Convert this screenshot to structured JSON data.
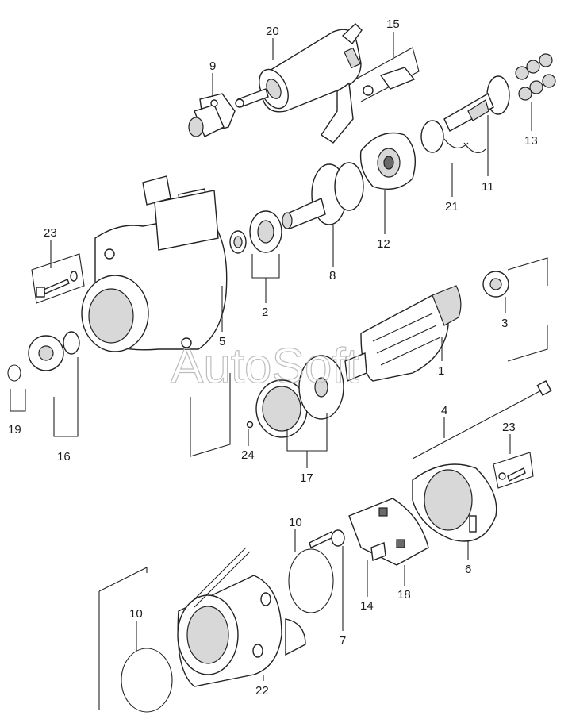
{
  "watermark": "AutoSoft",
  "callouts": [
    {
      "id": "c20",
      "text": "20"
    },
    {
      "id": "c15",
      "text": "15"
    },
    {
      "id": "c9",
      "text": "9"
    },
    {
      "id": "c13",
      "text": "13"
    },
    {
      "id": "c11",
      "text": "11"
    },
    {
      "id": "c21",
      "text": "21"
    },
    {
      "id": "c12",
      "text": "12"
    },
    {
      "id": "c8",
      "text": "8"
    },
    {
      "id": "c23a",
      "text": "23"
    },
    {
      "id": "c2",
      "text": "2"
    },
    {
      "id": "c5",
      "text": "5"
    },
    {
      "id": "c3",
      "text": "3"
    },
    {
      "id": "c1",
      "text": "1"
    },
    {
      "id": "c19",
      "text": "19"
    },
    {
      "id": "c16",
      "text": "16"
    },
    {
      "id": "c24",
      "text": "24"
    },
    {
      "id": "c17",
      "text": "17"
    },
    {
      "id": "c4",
      "text": "4"
    },
    {
      "id": "c23b",
      "text": "23"
    },
    {
      "id": "c10a",
      "text": "10"
    },
    {
      "id": "c6",
      "text": "6"
    },
    {
      "id": "c14",
      "text": "14"
    },
    {
      "id": "c18",
      "text": "18"
    },
    {
      "id": "c7",
      "text": "7"
    },
    {
      "id": "c10b",
      "text": "10"
    },
    {
      "id": "c22",
      "text": "22"
    }
  ]
}
